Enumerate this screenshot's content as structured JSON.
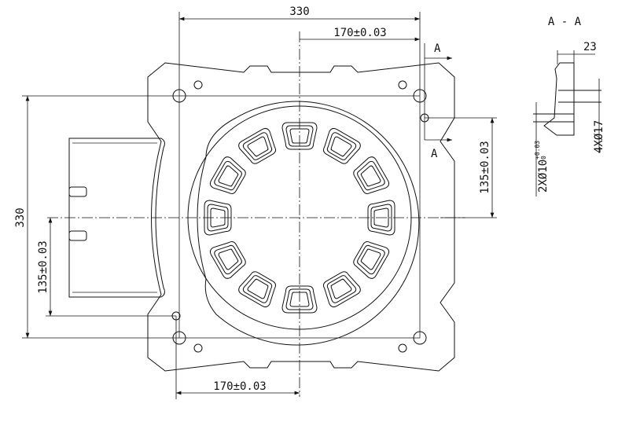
{
  "drawing": {
    "dim_top_width": "330",
    "dim_top_offset": "170±0.03",
    "dim_right_offset": "135±0.03",
    "dim_left_height": "330",
    "dim_left_offset": "135±0.03",
    "dim_bottom_offset": "170±0.03",
    "section_mark_top": "A",
    "section_mark_bottom": "A",
    "pocket_count": 12
  },
  "section": {
    "title": "A - A",
    "dim_thickness": "23",
    "dowel_hole": "2XØ10",
    "dowel_tol_upper": "+0.03",
    "dowel_tol_lower": "0",
    "bolt_hole": "4XØ17"
  }
}
